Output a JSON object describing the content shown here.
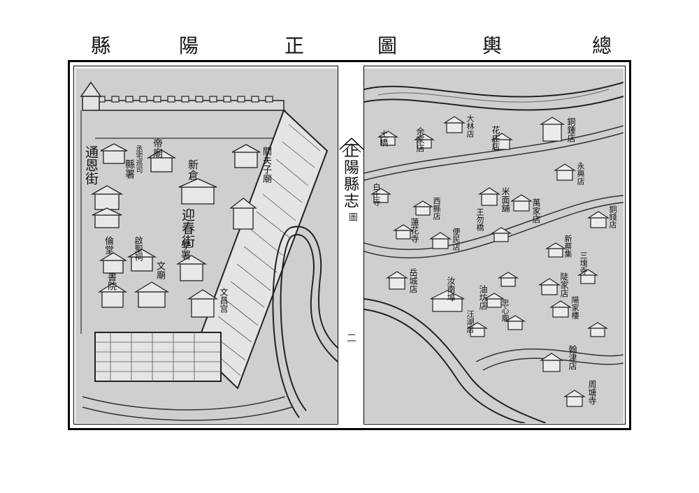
{
  "title": {
    "chars": [
      "縣",
      "陽",
      "正",
      "圖",
      "輿",
      "總"
    ]
  },
  "spine": {
    "title": "正陽縣志",
    "subtitle": "圖",
    "page_number": "二"
  },
  "left_labels": [
    {
      "text": "通恩街",
      "size": 19
    },
    {
      "text": "丞宅巡司",
      "size": 10
    },
    {
      "text": "帝廟",
      "size": 14
    },
    {
      "text": "縣署",
      "size": 14
    },
    {
      "text": "新倉",
      "size": 15
    },
    {
      "text": "關夫子廟",
      "size": 13
    },
    {
      "text": "迎春街",
      "size": 19
    },
    {
      "text": "學署",
      "size": 14
    },
    {
      "text": "倫堂",
      "size": 13
    },
    {
      "text": "啟聖祠",
      "size": 12
    },
    {
      "text": "文廟",
      "size": 13
    },
    {
      "text": "書院",
      "size": 13
    },
    {
      "text": "文昌宫",
      "size": 12
    }
  ],
  "right_labels": [
    {
      "text": "土橋",
      "size": 12
    },
    {
      "text": "余家店",
      "size": 12
    },
    {
      "text": "大林店",
      "size": 11
    },
    {
      "text": "花庄店",
      "size": 12
    },
    {
      "text": "銅鍾店",
      "size": 12
    },
    {
      "text": "永興店",
      "size": 11
    },
    {
      "text": "白土寺",
      "size": 11
    },
    {
      "text": "西縣店",
      "size": 11
    },
    {
      "text": "米面舖",
      "size": 12
    },
    {
      "text": "萬家店",
      "size": 12
    },
    {
      "text": "蓮花寺",
      "size": 12
    },
    {
      "text": "王勿橋",
      "size": 11
    },
    {
      "text": "便民店",
      "size": 11
    },
    {
      "text": "銅錢店",
      "size": 11
    },
    {
      "text": "新蔡集",
      "size": 11
    },
    {
      "text": "三塊寺",
      "size": 11
    },
    {
      "text": "岳城店",
      "size": 12
    },
    {
      "text": "汝南埠",
      "size": 12
    },
    {
      "text": "油坊店",
      "size": 12
    },
    {
      "text": "忠心廟",
      "size": 11
    },
    {
      "text": "陡家店",
      "size": 12
    },
    {
      "text": "汪湖店",
      "size": 11
    },
    {
      "text": "陽家樓",
      "size": 11
    },
    {
      "text": "翰津店",
      "size": 12
    },
    {
      "text": "周塘寺",
      "size": 12
    }
  ]
}
